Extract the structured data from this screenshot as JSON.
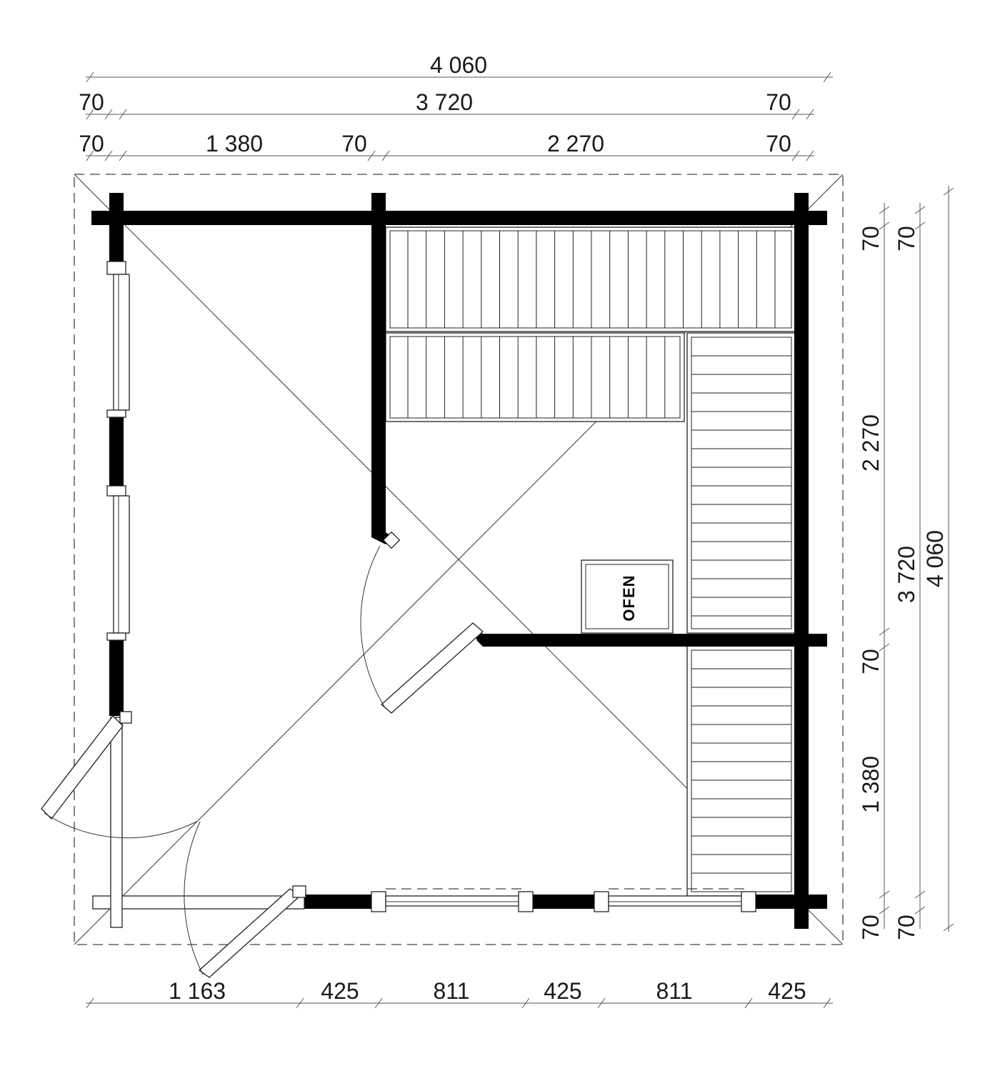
{
  "dimensions": {
    "top_total": "4 060",
    "top_inner": "3 720",
    "top_left_wall": "70",
    "top_right_wall": "70",
    "top_row3": [
      "70",
      "1 380",
      "70",
      "2 270",
      "70"
    ],
    "bottom_segments": [
      "1 163",
      "425",
      "811",
      "425",
      "811",
      "425"
    ],
    "right_inner": [
      "70",
      "2 270",
      "70",
      "1 380",
      "70"
    ],
    "right_mid_total": "3 720",
    "right_outer_top": "70",
    "right_outer_bottom": "70",
    "right_outer_total": "4 060"
  },
  "stove_label": "OFEN"
}
